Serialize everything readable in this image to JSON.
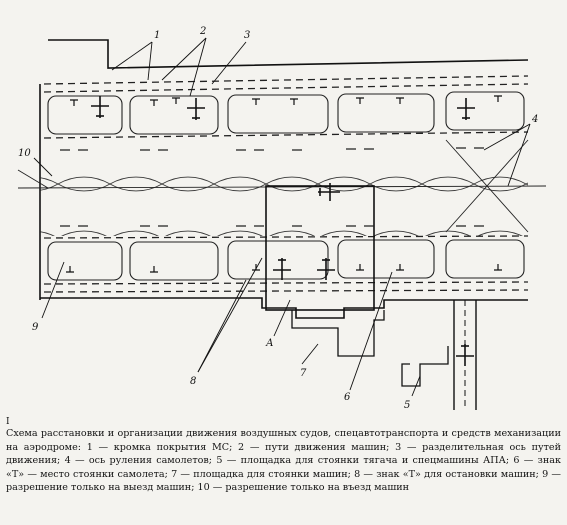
{
  "scheme": {
    "callouts": {
      "n1": "1",
      "n2": "2",
      "n3": "3",
      "n4": "4",
      "n5": "5",
      "n6": "6",
      "n7": "7",
      "n8": "8",
      "n9": "9",
      "n10": "10",
      "zone_a": "А"
    },
    "icons": [
      "aircraft-icon",
      "t-sign-icon"
    ]
  },
  "caption": {
    "index_mark": "I",
    "text": "Схема расстановки и организации движения воздушных судов, спецавтотранспорта и средств механизации на аэродроме: 1 — кромка покрытия МС; 2 — пути движения машин; 3 — разделительная ось путей движения; 4 — ось руления самолетов; 5 — площадка для стоянки тягача и спецмашины АПА; 6 — знак «Т» — место стоянки самолета; 7 — площадка для стоянки машин; 8 — знак «Т» для остановки машин; 9 — разрешение только на выезд машин; 10 — разрешение только на въезд машин"
  },
  "colors": {
    "paper": "#f4f3ef",
    "ink": "#111111"
  }
}
